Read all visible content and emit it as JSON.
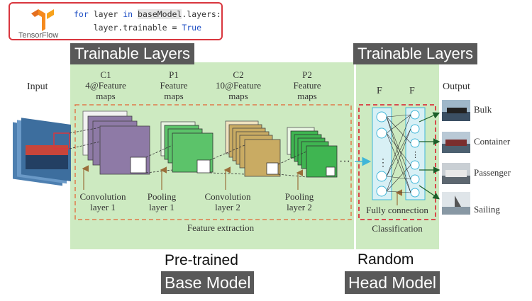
{
  "code": {
    "logo_text": "TensorFlow",
    "line1": {
      "kw_for": "for",
      "mid1": " layer ",
      "kw_in": "in",
      "mid2": " ",
      "obj": "baseModel",
      "end": ".layers:"
    },
    "line2": {
      "pre": "    layer.trainable = ",
      "val": "True"
    }
  },
  "labels": {
    "trainable_left": "Trainable Layers",
    "trainable_right": "Trainable Layers",
    "pretrained": "Pre-trained",
    "base_model": "Base Model",
    "random": "Random",
    "head_model": "Head Model"
  },
  "diagram": {
    "input": "Input",
    "output": "Output",
    "c1": [
      "C1",
      "4@Feature",
      "maps"
    ],
    "p1": [
      "P1",
      "Feature",
      "maps"
    ],
    "c2": [
      "C2",
      "10@Feature",
      "maps"
    ],
    "p2": [
      "P2",
      "Feature",
      "maps"
    ],
    "f1": "F",
    "f2": "F",
    "conv1": [
      "Convolution",
      "layer 1"
    ],
    "pool1": [
      "Pooling",
      "layer 1"
    ],
    "conv2": [
      "Convolution",
      "layer 2"
    ],
    "pool2": [
      "Pooling",
      "layer 2"
    ],
    "fully": "Fully connection",
    "feature_extraction": "Feature extraction",
    "classification": "Classification",
    "outputs": [
      "Bulk",
      "Container",
      "Passenger",
      "Sailing"
    ]
  },
  "colors": {
    "base_bg": "#cdeac1",
    "head_bg": "#cdeac1",
    "label_bg": "#595959",
    "c1_map": "#8e7aa6",
    "p1_map": "#5cc36a",
    "c2_map": "#c9ab63",
    "p2_map": "#3fb551",
    "dash_border": "#e07a4a",
    "red_dash": "#d9363e"
  }
}
